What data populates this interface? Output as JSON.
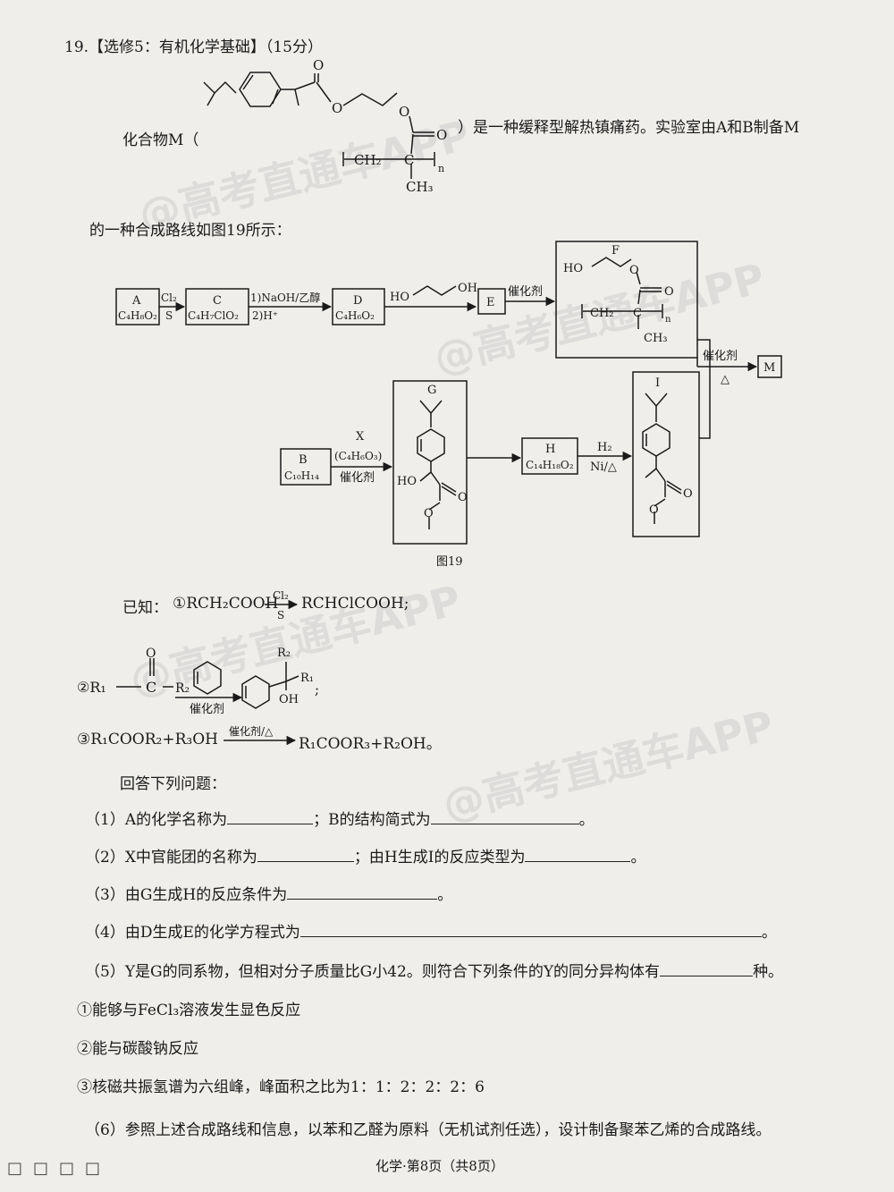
{
  "question": {
    "header": "19.【选修5：有机化学基础】（15分）",
    "intro_prefix": "化合物M（",
    "intro_suffix": "）是一种缓释型解热镇痛药。实验室由A和B制备M",
    "intro_line2": "的一种合成路线如图19所示："
  },
  "structure_M": {
    "o1": "O",
    "o2": "O",
    "o3": "O",
    "o4": "O",
    "poly_ch2": "CH₂",
    "poly_c": "C",
    "n": "n",
    "ch3": "CH₃"
  },
  "scheme": {
    "A": {
      "name": "A",
      "formula": "C₄H₈O₂"
    },
    "C": {
      "name": "C",
      "formula": "C₄H₇ClO₂"
    },
    "D": {
      "name": "D",
      "formula": "C₄H₆O₂"
    },
    "E": {
      "name": "E"
    },
    "F": {
      "name": "F",
      "ho": "HO",
      "o1": "O",
      "o2": "O",
      "ch2": "CH₂",
      "c": "C",
      "n": "n",
      "ch3": "CH₃"
    },
    "B": {
      "name": "B",
      "formula": "C₁₀H₁₄"
    },
    "G": {
      "name": "G",
      "ho": "HO",
      "o1": "O",
      "o2": "O"
    },
    "H": {
      "name": "H",
      "formula": "C₁₄H₁₈O₂"
    },
    "I": {
      "name": "I",
      "o1": "O",
      "o2": "O"
    },
    "M": {
      "name": "M"
    },
    "arrow_AC_top": "Cl₂",
    "arrow_AC_bottom": "S",
    "arrow_CD_top": "1)NaOH/乙醇",
    "arrow_CD_bottom": "2)H⁺",
    "arrow_DE_ho": "HO",
    "arrow_DE_oh": "OH",
    "arrow_EF": "催化剂",
    "arrow_FM": "催化剂",
    "arrow_FM_bottom": "△",
    "arrow_BG_top1": "X",
    "arrow_BG_top2": "(C₄H₆O₃)",
    "arrow_BG_bottom": "催化剂",
    "arrow_HI_top": "H₂",
    "arrow_HI_bottom": "Ni/△",
    "caption": "图19"
  },
  "known": {
    "label": "已知：",
    "r1": {
      "left": "①RCH₂COOH",
      "top": "Cl₂",
      "bottom": "S",
      "right": "RCHClCOOH;"
    },
    "r2": {
      "left_r1": "②R₁",
      "left_r2": "R₂",
      "o": "O",
      "catalyst": "催化剂",
      "p_r2": "R₂",
      "p_r1": "R₁",
      "p_oh": "OH",
      "end": ";"
    },
    "r3": {
      "left": "③R₁COOR₂+R₃OH",
      "top": "催化剂/△",
      "right": "R₁COOR₃+R₂OH。"
    }
  },
  "answer_heading": "回答下列问题：",
  "items": {
    "q1": {
      "a": "（1）A的化学名称为",
      "b": "；B的结构简式为",
      "end": "。"
    },
    "q2": {
      "a": "（2）X中官能团的名称为",
      "b": "；由H生成I的反应类型为",
      "end": "。"
    },
    "q3": {
      "a": "（3）由G生成H的反应条件为",
      "end": "。"
    },
    "q4": {
      "a": "（4）由D生成E的化学方程式为",
      "end": "。"
    },
    "q5": {
      "a": "（5）Y是G的同系物，但相对分子质量比G小42。则符合下列条件的Y的同分异构体有",
      "end": "种。"
    },
    "c1": "①能够与FeCl₃溶液发生显色反应",
    "c2": "②能与碳酸钠反应",
    "c3": "③核磁共振氢谱为六组峰，峰面积之比为1：1：2：2：2：6",
    "q6": "（6）参照上述合成路线和信息，以苯和乙醛为原料（无机试剂任选），设计制备聚苯乙烯的合成路线。"
  },
  "footer": "化学·第8页（共8页）",
  "watermarks": {
    "w1": "@高考直通车APP",
    "w2": "@高考直通车APP",
    "w3": "@高考直通车APP",
    "w4": "@高考直通车APP"
  }
}
